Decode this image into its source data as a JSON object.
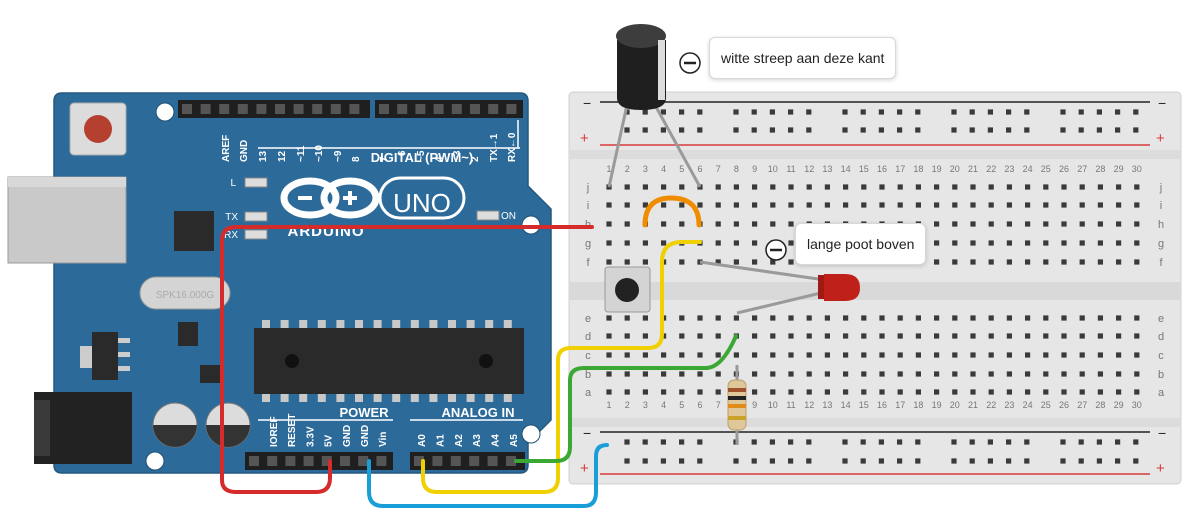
{
  "annotations": {
    "capacitor_note": "witte streep aan deze kant",
    "led_note": "lange poot boven"
  },
  "arduino": {
    "brand": "ARDUINO",
    "model": "UNO",
    "digital_label": "DIGITAL (PWM~)",
    "power_label": "POWER",
    "analog_label": "ANALOG IN",
    "crystal_label": "SPK16.000G",
    "on_label": "ON",
    "led_labels": [
      "L",
      "TX",
      "RX"
    ],
    "digital_pins": [
      "AREF",
      "GND",
      "13",
      "12",
      "~11",
      "~10",
      "~9",
      "8",
      "7",
      "~6",
      "~5",
      "4",
      "~3",
      "2",
      "TX→1",
      "RX←0"
    ],
    "power_pins": [
      "IOREF",
      "RESET",
      "3.3V",
      "5V",
      "GND",
      "GND",
      "Vin"
    ],
    "analog_pins": [
      "A0",
      "A1",
      "A2",
      "A3",
      "A4",
      "A5"
    ]
  },
  "breadboard": {
    "rail_minus": "−",
    "rail_plus": "+",
    "row_letters_top": [
      "j",
      "i",
      "h",
      "g",
      "f"
    ],
    "row_letters_bottom": [
      "e",
      "d",
      "c",
      "b",
      "a"
    ],
    "column_numbers": [
      "1",
      "2",
      "3",
      "4",
      "5",
      "6",
      "7",
      "8",
      "9",
      "10",
      "11",
      "12",
      "13",
      "14",
      "15",
      "16",
      "17",
      "18",
      "19",
      "20",
      "21",
      "22",
      "23",
      "24",
      "25",
      "26",
      "27",
      "28",
      "29",
      "30"
    ]
  },
  "colors": {
    "board_blue": "#2c6a9a",
    "wire_red": "#d62b2b",
    "wire_blue": "#1a9ed8",
    "wire_yellow": "#f0d000",
    "wire_green": "#3aa832",
    "wire_orange": "#f08c00",
    "led_red": "#c0201a",
    "rail_red": "#d93b3b"
  }
}
